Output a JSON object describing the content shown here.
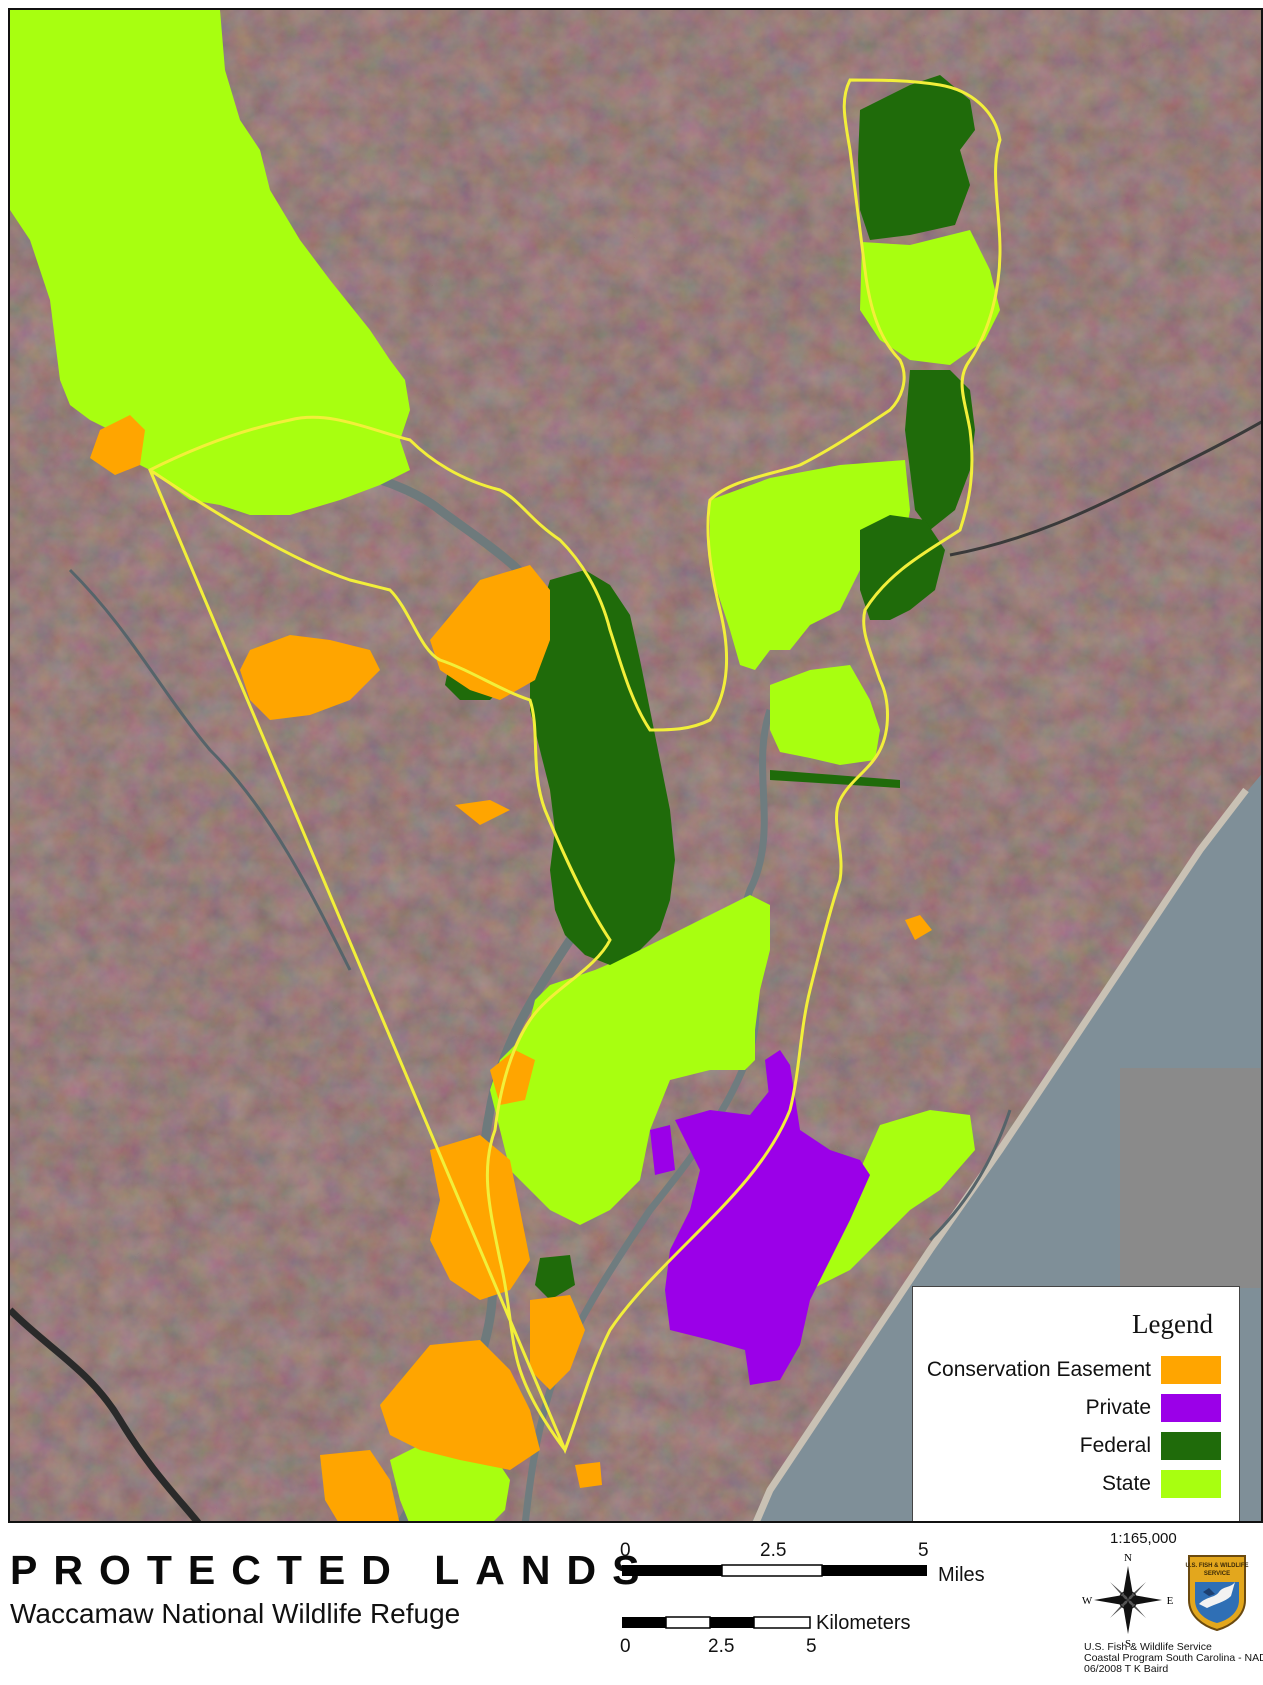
{
  "map": {
    "title": "PROTECTED LANDS",
    "subtitle": "Waccamaw National Wildlife Refuge",
    "colors": {
      "conservation_easement": "#ffa500",
      "private": "#9b00e8",
      "federal": "#1f6b0a",
      "state": "#a8ff10",
      "refuge_boundary": "#f2ef3a",
      "water": "#7b8d94",
      "land": "#5f5a55"
    }
  },
  "legend": {
    "title": "Legend",
    "items": [
      {
        "label": "Conservation Easement",
        "color": "#ffa500"
      },
      {
        "label": "Private",
        "color": "#9b00e8"
      },
      {
        "label": "Federal",
        "color": "#1f6b0a"
      },
      {
        "label": "State",
        "color": "#a8ff10"
      }
    ]
  },
  "scale": {
    "ratio": "1:165,000",
    "miles": {
      "ticks": [
        "0",
        "2.5",
        "5"
      ],
      "unit": "Miles"
    },
    "kilometers": {
      "ticks": [
        "0",
        "2.5",
        "5"
      ],
      "unit": "Kilometers"
    }
  },
  "compass": {
    "n": "N",
    "s": "S",
    "e": "E",
    "w": "W",
    "icon": "compass-rose-icon"
  },
  "seal": {
    "icon": "usfws-seal-icon",
    "text": "U.S. FISH & WILDLIFE SERVICE"
  },
  "credits": {
    "line1": "U.S. Fish & Wildlife Service",
    "line2": "Coastal Program South Carolina - NAD",
    "line3": "06/2008 T K Baird"
  }
}
